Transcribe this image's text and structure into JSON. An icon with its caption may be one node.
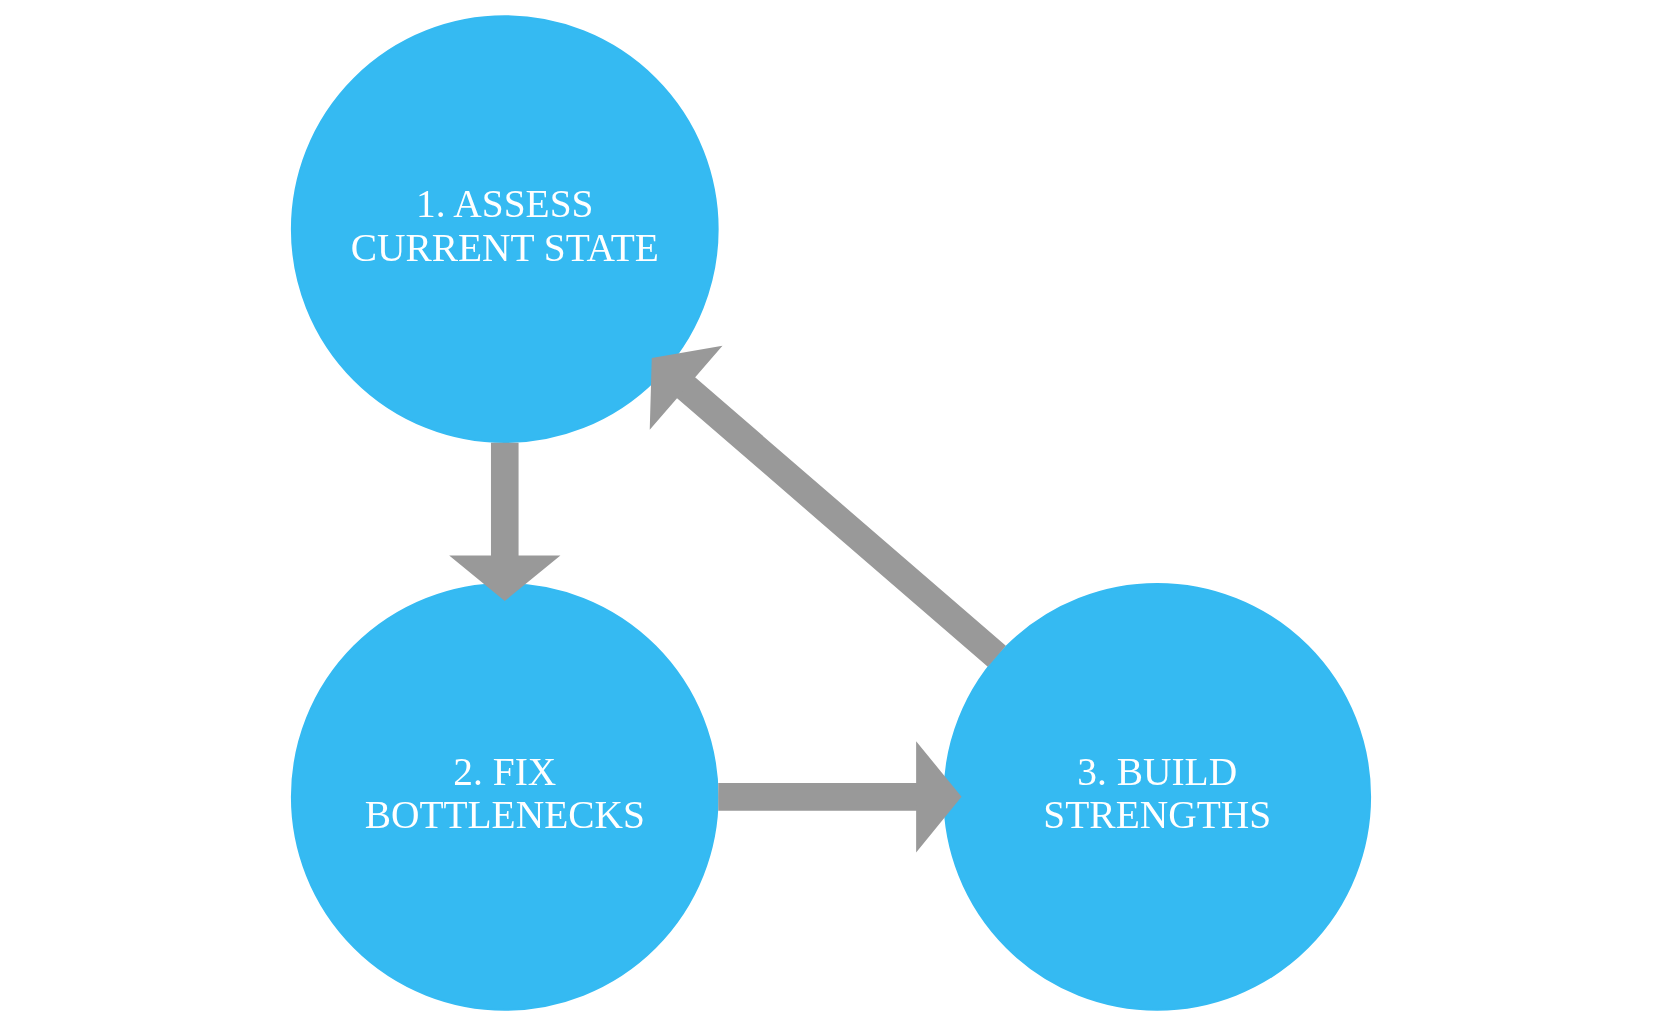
{
  "diagram": {
    "nodes": [
      {
        "text": [
          "1. ASSESS CURRENT STATE"
        ]
      },
      {
        "text": [
          "2. FIX BOTTLENECKS"
        ]
      },
      {
        "text": [
          "3. BUILD STRENGTHS"
        ]
      }
    ],
    "edges": [
      {
        "from": 0,
        "to": 1,
        "arrow": "to"
      },
      {
        "from": 1,
        "to": 2,
        "arrow": "to"
      },
      {
        "from": 2,
        "to": 0,
        "arrow": "to"
      }
    ]
  }
}
